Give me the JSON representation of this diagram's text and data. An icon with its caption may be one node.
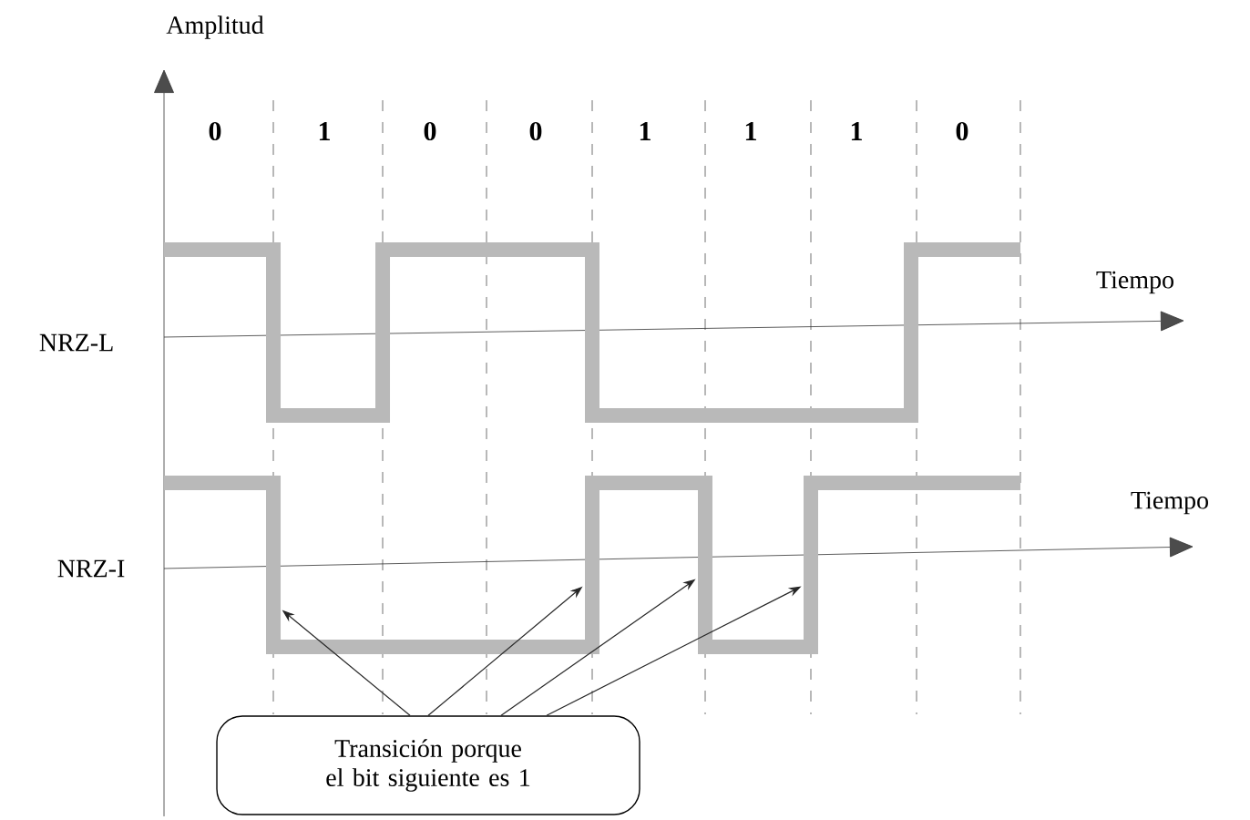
{
  "diagram": {
    "nodes": [
      {
        "text": [
          "Transición porque el bit siguiente es 1"
        ]
      },
      {
        "text": [],
        "shape": "picture"
      }
    ],
    "edges": [
      {
        "from": 0,
        "to": 1,
        "arrow": "to"
      },
      {
        "from": 0,
        "to": 1,
        "arrow": "to"
      },
      {
        "from": 0,
        "to": 1,
        "arrow": "to"
      },
      {
        "from": 0,
        "to": 1,
        "arrow": "to"
      }
    ],
    "labels": [
      "Amplitud",
      "0",
      "1",
      "0",
      "0",
      "1",
      "1",
      "1",
      "0",
      "NRZ-L",
      "Tiempo",
      "NRZ-I",
      "Tiempo"
    ]
  }
}
